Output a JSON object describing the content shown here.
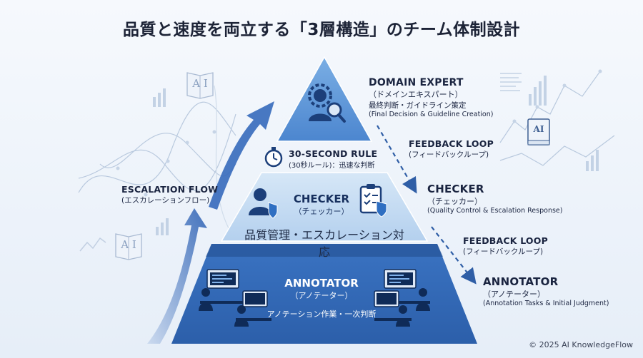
{
  "title": "品質と速度を両立する「3層構造」のチーム体制設計",
  "colors": {
    "background": "#eef3f9",
    "top_tier": "#5b93d6",
    "middle_tier": "#bcd7f1",
    "bottom_tier": "#2f66b6",
    "dark_band": "#1f4f93",
    "arrow": "#2f63b5"
  },
  "tiers": {
    "top": {
      "icon": "expert-magnifier-gear-icon"
    },
    "middle": {
      "name": "CHECKER",
      "sub": "（チェッカー）",
      "desc": "品質管理・エスカレーション対応",
      "icons": [
        "person-shield-icon",
        "checklist-clipboard-icon"
      ]
    },
    "bottom": {
      "name": "ANNOTATOR",
      "sub": "（アノテーター）",
      "desc": "アノテーション作業・一次判断",
      "icons": [
        "workers-at-desks-icon"
      ]
    }
  },
  "thirty_second_rule": {
    "title": "30-SECOND RULE",
    "sub": "(30秒ルール)：迅速な判断",
    "icon": "stopwatch-icon"
  },
  "escalation": {
    "title": "ESCALATION FLOW",
    "sub": "(エスカレーションフロー)"
  },
  "right_labels": {
    "domain_expert": {
      "title": "DOMAIN EXPERT",
      "sub": "（ドメインエキスパート）",
      "jp_desc": "最終判断・ガイドライン策定",
      "en_desc": "(Final Decision & Guideline Creation)"
    },
    "feedback_loop_1": {
      "title": "FEEDBACK LOOP",
      "sub": "(フィードバックループ)"
    },
    "checker": {
      "title": "CHECKER",
      "sub": "（チェッカー）",
      "en_desc": "(Quality Control & Escalation Response)"
    },
    "feedback_loop_2": {
      "title": "FEEDBACK LOOP",
      "sub": "(フィードバックループ)"
    },
    "annotator": {
      "title": "ANNOTATOR",
      "sub": "（アノテーター）",
      "en_desc": "(Annotation Tasks & Initial Judgment)"
    }
  },
  "decorations": {
    "ai_books": [
      "A I",
      "A I",
      "AI"
    ]
  },
  "copyright": "© 2025 AI KnowledgeFlow"
}
